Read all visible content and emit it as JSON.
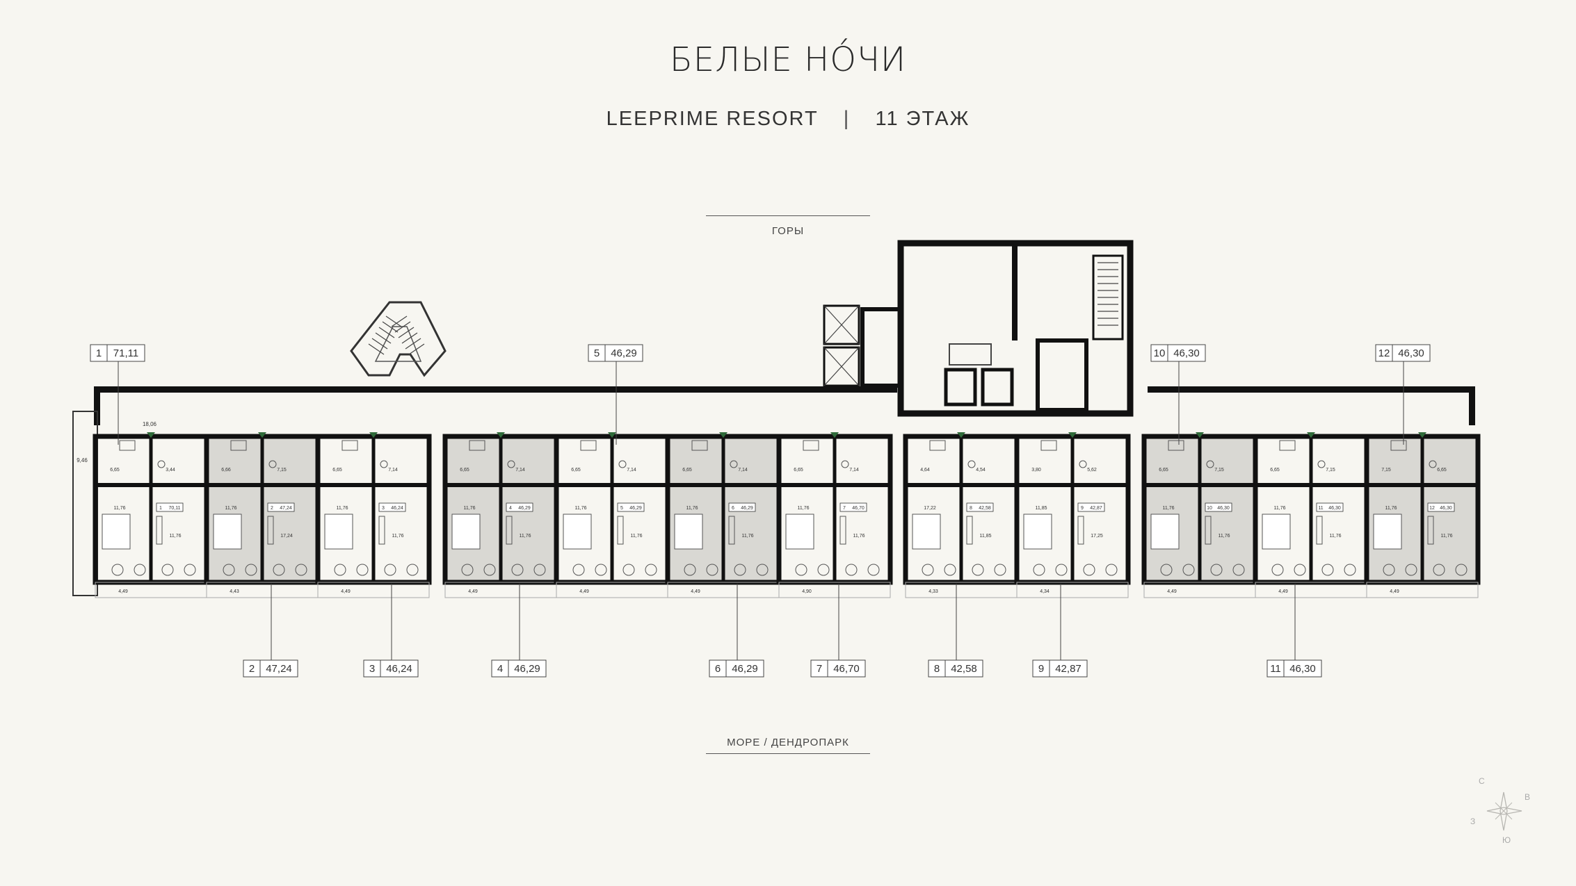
{
  "header": {
    "title": "БЕЛЫЕ НО́ЧИ",
    "project": "LEEPRIME RESORT",
    "separator": "|",
    "floor": "11 ЭТАЖ"
  },
  "directions": {
    "top": "ГОРЫ",
    "bottom": "МОРЕ / ДЕНДРОПАРК"
  },
  "compass": {
    "n": "С",
    "e": "В",
    "s": "Ю",
    "w": "З"
  },
  "callouts": [
    {
      "num": "1",
      "area": "71,11"
    },
    {
      "num": "5",
      "area": "46,29"
    },
    {
      "num": "10",
      "area": "46,30"
    },
    {
      "num": "12",
      "area": "46,30"
    },
    {
      "num": "2",
      "area": "47,24"
    },
    {
      "num": "3",
      "area": "46,24"
    },
    {
      "num": "4",
      "area": "46,29"
    },
    {
      "num": "6",
      "area": "46,29"
    },
    {
      "num": "7",
      "area": "46,70"
    },
    {
      "num": "8",
      "area": "42,58"
    },
    {
      "num": "9",
      "area": "42,87"
    },
    {
      "num": "11",
      "area": "46,30"
    }
  ],
  "units": [
    {
      "num": "1",
      "area": "70,11",
      "bath": "6,65",
      "wc": "3,44",
      "living": "11,76",
      "bed": "11,76",
      "balcony": "4,49"
    },
    {
      "num": "2",
      "area": "47,24",
      "bath": "6,66",
      "wc": "7,15",
      "living": "11,76",
      "bed": "17,24",
      "balcony": "4,43"
    },
    {
      "num": "3",
      "area": "46,24",
      "bath": "6,65",
      "wc": "7,14",
      "living": "11,76",
      "bed": "11,76",
      "balcony": "4,49"
    },
    {
      "num": "4",
      "area": "46,29",
      "bath": "6,65",
      "wc": "7,14",
      "living": "11,76",
      "bed": "11,76",
      "balcony": "4,49"
    },
    {
      "num": "5",
      "area": "46,29",
      "bath": "6,65",
      "wc": "7,14",
      "living": "11,76",
      "bed": "11,76",
      "balcony": "4,49"
    },
    {
      "num": "6",
      "area": "46,29",
      "bath": "6,65",
      "wc": "7,14",
      "living": "11,76",
      "bed": "11,76",
      "balcony": "4,49"
    },
    {
      "num": "7",
      "area": "46,70",
      "bath": "6,65",
      "wc": "7,14",
      "living": "11,76",
      "bed": "11,76",
      "balcony": "4,90"
    },
    {
      "num": "8",
      "area": "42,58",
      "bath": "4,64",
      "wc": "4,54",
      "living": "17,22",
      "bed": "11,85",
      "balcony": "4,33"
    },
    {
      "num": "9",
      "area": "42,87",
      "bath": "3,80",
      "wc": "5,62",
      "living": "11,85",
      "bed": "17,25",
      "balcony": "4,34"
    },
    {
      "num": "10",
      "area": "46,30",
      "bath": "6,65",
      "wc": "7,15",
      "living": "11,76",
      "bed": "11,76",
      "balcony": "4,49"
    },
    {
      "num": "11",
      "area": "46,30",
      "bath": "6,65",
      "wc": "7,15",
      "living": "11,76",
      "bed": "11,76",
      "balcony": "4,49"
    },
    {
      "num": "12",
      "area": "46,30",
      "bath": "7,15",
      "wc": "6,65",
      "living": "11,76",
      "bed": "11,76",
      "balcony": "4,49"
    }
  ],
  "extra_areas": {
    "lobby1": "18,06",
    "terrace1": "9,46"
  },
  "colors": {
    "wall": "#111111",
    "accent": "#2f6b3a",
    "shade": "#d9d8d3",
    "bg": "#f7f6f1"
  }
}
